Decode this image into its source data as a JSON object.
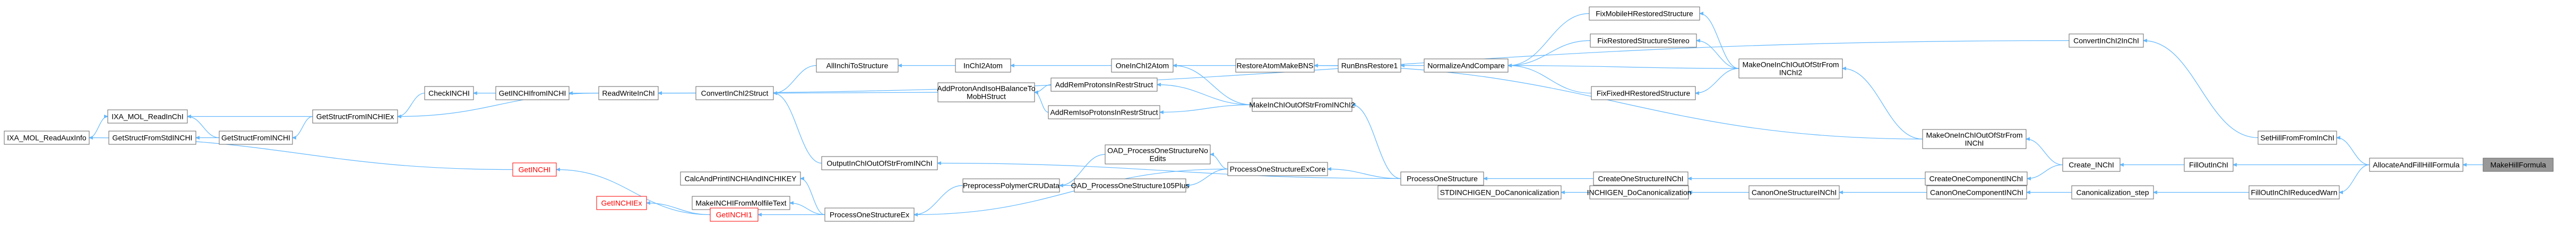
{
  "nodes": [
    {
      "id": "MakeHillFormula",
      "label": "MakeHillFormula",
      "style": "highlight"
    },
    {
      "id": "AllocateAndFillHillFormula",
      "label": "AllocateAndFillHillFormula"
    },
    {
      "id": "SetHillFromFromInChI",
      "label": "SetHillFromFromInChI"
    },
    {
      "id": "FillOutInChIReducedWarn",
      "label": "FillOutInChIReducedWarn"
    },
    {
      "id": "ConvertInChI2InChI",
      "label": "ConvertInChI2InChI"
    },
    {
      "id": "FillOutInChI",
      "label": "FillOutInChI"
    },
    {
      "id": "Canonicalization_step",
      "label": "Canonicalization_step"
    },
    {
      "id": "Create_INChI",
      "label": "Create_INChI"
    },
    {
      "id": "CanonOneComponentINChI",
      "label": "CanonOneComponentINChI"
    },
    {
      "id": "MakeOneInChIOutOfStrFromINChI",
      "label": [
        "MakeOneInChIOutOfStrFrom",
        "INChI"
      ]
    },
    {
      "id": "CreateOneComponentINChI",
      "label": "CreateOneComponentINChI"
    },
    {
      "id": "CanonOneStructureINChI",
      "label": "CanonOneStructureINChI"
    },
    {
      "id": "MakeOneInChIOutOfStrFromINChI2",
      "label": [
        "MakeOneInChIOutOfStrFrom",
        "INChI2"
      ]
    },
    {
      "id": "CreateOneStructureINChI",
      "label": "CreateOneStructureINChI"
    },
    {
      "id": "INCHIGEN_DoCanonicalization",
      "label": "INCHIGEN_DoCanonicalization"
    },
    {
      "id": "FixMobileHRestoredStructure",
      "label": "FixMobileHRestoredStructure"
    },
    {
      "id": "FixRestoredStructureStereo",
      "label": "FixRestoredStructureStereo"
    },
    {
      "id": "FixFixedHRestoredStructure",
      "label": "FixFixedHRestoredStructure"
    },
    {
      "id": "NormalizeAndCompare",
      "label": "NormalizeAndCompare"
    },
    {
      "id": "ProcessOneStructure",
      "label": "ProcessOneStructure"
    },
    {
      "id": "STDINCHIGEN_DoCanonicalization",
      "label": "STDINCHIGEN_DoCanonicalization"
    },
    {
      "id": "RunBnsRestore1",
      "label": "RunBnsRestore1"
    },
    {
      "id": "RestoreAtomMakeBNS",
      "label": "RestoreAtomMakeBNS"
    },
    {
      "id": "MakeInChIOutOfStrFromINChI2",
      "label": "MakeInChIOutOfStrFromINChI2"
    },
    {
      "id": "ProcessOneStructureExCore",
      "label": "ProcessOneStructureExCore"
    },
    {
      "id": "OneInChI2Atom",
      "label": "OneInChI2Atom"
    },
    {
      "id": "AddRemProtonsInRestrStruct",
      "label": "AddRemProtonsInRestrStruct"
    },
    {
      "id": "AddRemIsoProtonsInRestrStruct",
      "label": "AddRemIsoProtonsInRestrStruct"
    },
    {
      "id": "OAD_ProcessOneStructureNoEdits",
      "label": [
        "OAD_ProcessOneStructureNo",
        "Edits"
      ]
    },
    {
      "id": "OAD_ProcessOneStructure105Plus",
      "label": "OAD_ProcessOneStructure105Plus"
    },
    {
      "id": "InChI2Atom",
      "label": "InChI2Atom"
    },
    {
      "id": "AddProtonAndIsoHBalanceToMobHStruct",
      "label": [
        "AddProtonAndIsoHBalanceTo",
        "MobHStruct"
      ]
    },
    {
      "id": "PreprocessPolymerCRUData",
      "label": "PreprocessPolymerCRUData"
    },
    {
      "id": "AllInchiToStructure",
      "label": "AllInchiToStructure"
    },
    {
      "id": "ConvertInChI2Struct",
      "label": "ConvertInChI2Struct"
    },
    {
      "id": "OutputInChIOutOfStrFromINChI",
      "label": "OutputInChIOutOfStrFromINChI"
    },
    {
      "id": "ProcessOneStructureEx",
      "label": "ProcessOneStructureEx"
    },
    {
      "id": "ReadWriteInChI",
      "label": "ReadWriteInChI"
    },
    {
      "id": "CalcAndPrintINCHIAndINCHIKEY",
      "label": "CalcAndPrintINCHIAndINCHIKEY"
    },
    {
      "id": "MakeINCHIFromMolfileText",
      "label": "MakeINCHIFromMolfileText"
    },
    {
      "id": "GetINCHI1",
      "label": "GetINCHI1",
      "style": "red"
    },
    {
      "id": "GetINCHIfromINCHI",
      "label": "GetINCHIfromINCHI"
    },
    {
      "id": "GetINCHIEx",
      "label": "GetINCHIEx",
      "style": "red"
    },
    {
      "id": "CheckINCHI",
      "label": "CheckINCHI"
    },
    {
      "id": "GetStructFromINCHIEx",
      "label": "GetStructFromINCHIEx"
    },
    {
      "id": "GetINCHI",
      "label": "GetINCHI",
      "style": "red"
    },
    {
      "id": "GetStructFromINCHI",
      "label": "GetStructFromINCHI"
    },
    {
      "id": "IXA_MOL_ReadInChI",
      "label": "IXA_MOL_ReadInChI"
    },
    {
      "id": "GetStructFromStdINCHI",
      "label": "GetStructFromStdINCHI"
    },
    {
      "id": "IXA_MOL_ReadAuxInfo",
      "label": "IXA_MOL_ReadAuxInfo"
    }
  ],
  "edges": [
    [
      "AllocateAndFillHillFormula",
      "MakeHillFormula"
    ],
    [
      "SetHillFromFromInChI",
      "AllocateAndFillHillFormula"
    ],
    [
      "FillOutInChIReducedWarn",
      "AllocateAndFillHillFormula"
    ],
    [
      "FillOutInChI",
      "AllocateAndFillHillFormula"
    ],
    [
      "ConvertInChI2InChI",
      "SetHillFromFromInChI"
    ],
    [
      "Canonicalization_step",
      "FillOutInChIReducedWarn"
    ],
    [
      "Create_INChI",
      "FillOutInChI"
    ],
    [
      "ReadWriteInChI",
      "ConvertInChI2InChI"
    ],
    [
      "CanonOneComponentINChI",
      "Canonicalization_step"
    ],
    [
      "MakeOneInChIOutOfStrFromINChI",
      "Create_INChI"
    ],
    [
      "CreateOneComponentINChI",
      "Create_INChI"
    ],
    [
      "CanonOneStructureINChI",
      "CanonOneComponentINChI"
    ],
    [
      "MakeOneInChIOutOfStrFromINChI2",
      "MakeOneInChIOutOfStrFromINChI"
    ],
    [
      "RestoreAtomMakeBNS",
      "MakeOneInChIOutOfStrFromINChI"
    ],
    [
      "CreateOneStructureINChI",
      "CreateOneComponentINChI"
    ],
    [
      "INCHIGEN_DoCanonicalization",
      "CanonOneStructureINChI"
    ],
    [
      "FixMobileHRestoredStructure",
      "MakeOneInChIOutOfStrFromINChI2"
    ],
    [
      "FixRestoredStructureStereo",
      "MakeOneInChIOutOfStrFromINChI2"
    ],
    [
      "FixFixedHRestoredStructure",
      "MakeOneInChIOutOfStrFromINChI2"
    ],
    [
      "NormalizeAndCompare",
      "MakeOneInChIOutOfStrFromINChI2"
    ],
    [
      "ProcessOneStructure",
      "CreateOneStructureINChI"
    ],
    [
      "STDINCHIGEN_DoCanonicalization",
      "INCHIGEN_DoCanonicalization"
    ],
    [
      "NormalizeAndCompare",
      "FixMobileHRestoredStructure"
    ],
    [
      "NormalizeAndCompare",
      "FixRestoredStructureStereo"
    ],
    [
      "NormalizeAndCompare",
      "FixFixedHRestoredStructure"
    ],
    [
      "RunBnsRestore1",
      "NormalizeAndCompare"
    ],
    [
      "MakeInChIOutOfStrFromINChI2",
      "ProcessOneStructure"
    ],
    [
      "ProcessOneStructureExCore",
      "ProcessOneStructure"
    ],
    [
      "OutputInChIOutOfStrFromINChI",
      "ProcessOneStructure"
    ],
    [
      "RestoreAtomMakeBNS",
      "RunBnsRestore1"
    ],
    [
      "OneInChI2Atom",
      "RestoreAtomMakeBNS"
    ],
    [
      "OneInChI2Atom",
      "MakeInChIOutOfStrFromINChI2"
    ],
    [
      "AddRemProtonsInRestrStruct",
      "MakeInChIOutOfStrFromINChI2"
    ],
    [
      "AddRemIsoProtonsInRestrStruct",
      "MakeInChIOutOfStrFromINChI2"
    ],
    [
      "OAD_ProcessOneStructureNoEdits",
      "ProcessOneStructureExCore"
    ],
    [
      "OAD_ProcessOneStructure105Plus",
      "ProcessOneStructureExCore"
    ],
    [
      "ProcessOneStructureEx",
      "ProcessOneStructureExCore"
    ],
    [
      "InChI2Atom",
      "OneInChI2Atom"
    ],
    [
      "AddProtonAndIsoHBalanceToMobHStruct",
      "AddRemProtonsInRestrStruct"
    ],
    [
      "AddProtonAndIsoHBalanceToMobHStruct",
      "AddRemIsoProtonsInRestrStruct"
    ],
    [
      "PreprocessPolymerCRUData",
      "OAD_ProcessOneStructureNoEdits"
    ],
    [
      "PreprocessPolymerCRUData",
      "OAD_ProcessOneStructure105Plus"
    ],
    [
      "AllInchiToStructure",
      "InChI2Atom"
    ],
    [
      "ConvertInChI2Struct",
      "AddProtonAndIsoHBalanceToMobHStruct"
    ],
    [
      "ProcessOneStructureEx",
      "PreprocessPolymerCRUData"
    ],
    [
      "ConvertInChI2Struct",
      "AllInchiToStructure"
    ],
    [
      "ConvertInChI2Struct",
      "OutputInChIOutOfStrFromINChI"
    ],
    [
      "CalcAndPrintINCHIAndINCHIKEY",
      "ProcessOneStructureEx"
    ],
    [
      "MakeINCHIFromMolfileText",
      "ProcessOneStructureEx"
    ],
    [
      "GetINCHI1",
      "ProcessOneStructureEx"
    ],
    [
      "ReadWriteInChI",
      "ConvertInChI2Struct"
    ],
    [
      "GetINCHIEx",
      "GetINCHI1"
    ],
    [
      "GetINCHI",
      "GetINCHI1"
    ],
    [
      "GetINCHIfromINCHI",
      "ReadWriteInChI"
    ],
    [
      "GetStructFromINCHIEx",
      "ReadWriteInChI"
    ],
    [
      "CheckINCHI",
      "GetINCHIfromINCHI"
    ],
    [
      "GetStructFromINCHIEx",
      "CheckINCHI"
    ],
    [
      "IXA_MOL_ReadInChI",
      "GetStructFromINCHIEx"
    ],
    [
      "GetStructFromINCHI",
      "GetStructFromINCHIEx"
    ],
    [
      "IXA_MOL_ReadAuxInfo",
      "GetINCHI"
    ],
    [
      "IXA_MOL_ReadInChI",
      "IXA_MOL_ReadAuxInfo"
    ],
    [
      "GetStructFromStdINCHI",
      "GetStructFromINCHI"
    ],
    [
      "IXA_MOL_ReadInChI",
      "GetStructFromINCHI"
    ]
  ]
}
